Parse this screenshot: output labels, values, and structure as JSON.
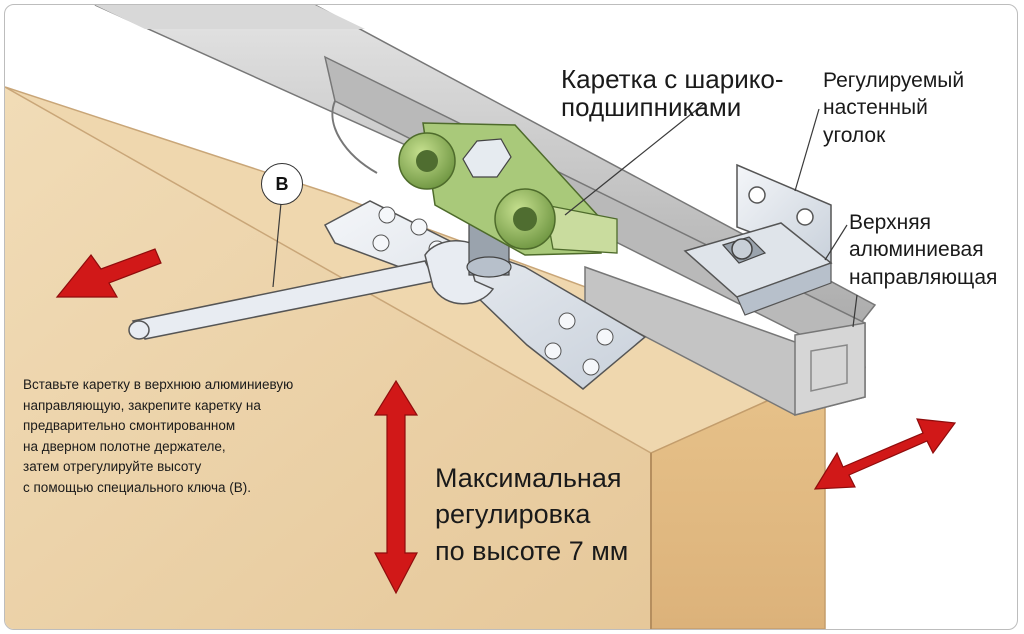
{
  "labels": {
    "carriage": [
      "Каретка с шарико-",
      "подшипниками"
    ],
    "bracket": [
      "Регулируемый",
      "настенный",
      "уголок"
    ],
    "rail": [
      "Верхняя",
      "алюминиевая",
      "направляющая"
    ],
    "max_adjust": [
      "Максимальная",
      "регулировка",
      "по высоте 7 мм"
    ],
    "wrench_marker": "B"
  },
  "instructions": [
    "Вставьте каретку в верхнюю алюминиевую",
    "направляющую, закрепите каретку на",
    "предварительно смонтированном",
    "на дверном полотне держателе,",
    "затем отрегулируйте высоту",
    "с помощью специального ключа (В)."
  ],
  "colors": {
    "wood": "#ead1a8",
    "wood_edge": "#d9b888",
    "rail": "#c9c9c9",
    "rail_dark": "#8f8f8f",
    "plate": "#e2e6ec",
    "wheel_green": "#8bb05a",
    "arrow_red": "#d11818"
  }
}
